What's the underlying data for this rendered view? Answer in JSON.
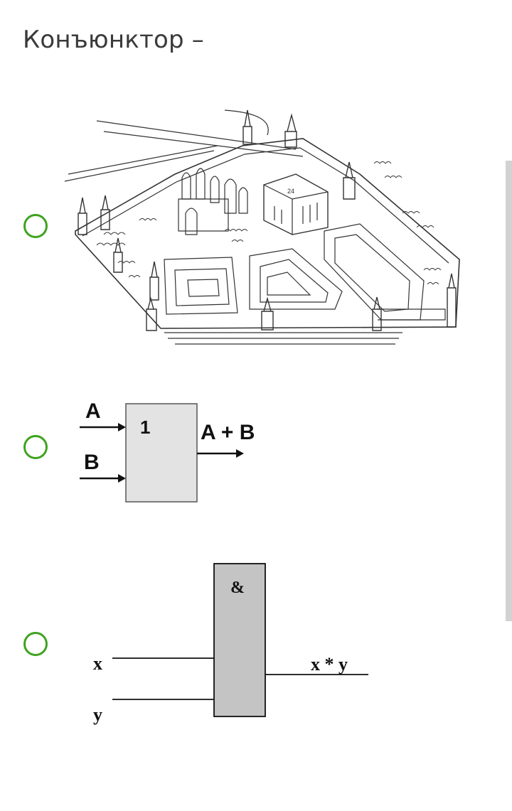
{
  "question": {
    "title": "Конъюнктор –"
  },
  "accent_color": "#3da31e",
  "options": [
    {
      "id": "option-1",
      "kind": "image-kremlin-illustration"
    },
    {
      "id": "option-2",
      "kind": "logic-gate-or",
      "gate_symbol": "1",
      "input_a": "A",
      "input_b": "B",
      "output": "A + B"
    },
    {
      "id": "option-3",
      "kind": "logic-gate-and",
      "gate_symbol": "&",
      "input_x": "x",
      "input_y": "y",
      "output": "x * y"
    }
  ]
}
